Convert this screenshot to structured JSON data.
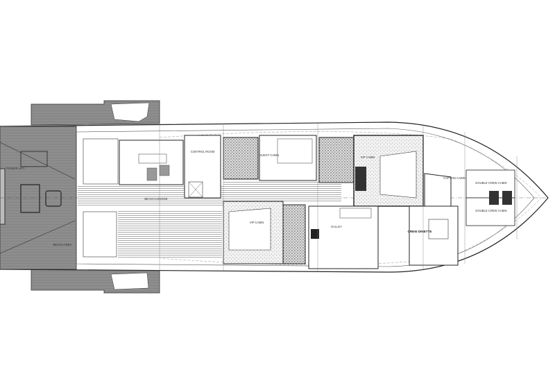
{
  "labels": {
    "tender_lift": "TENDER LIFT",
    "beach_area": "BEACH AREA",
    "beach_lounge": "BEACH LOUNGE",
    "control_room": "CONTROL ROOM",
    "guest_cabin": "GUEST CABIN",
    "vip_cabin_port": "VIP CABIN",
    "vip_cabin_stbd": "VIP CABIN",
    "galley": "GALLEY",
    "crew_dinette": "CREW DINETTE",
    "captain_cabin": "CAPTAIN CABIN",
    "double_crew_cabin_1": "DOUBLE CREW CABIN",
    "double_crew_cabin_2": "DOUBLE CREW CABIN"
  },
  "colors": {
    "deck_gray": "#8a8a8a",
    "line": "#2a2a2a",
    "background": "#ffffff"
  }
}
